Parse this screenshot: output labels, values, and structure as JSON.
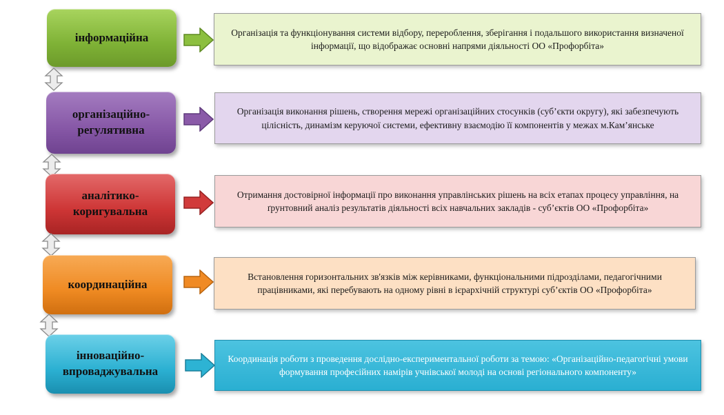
{
  "rows": [
    {
      "label": "інформаційна",
      "description": "Організація та функціонування  системи відбору, перероблення, зберігання і подальшого використання визначеної інформації, що відображає основні напрями діяльності ОО «Профорбіта»",
      "label_color": "#8cbf3f",
      "desc_color": "#eaf4cf",
      "arrow_color": "#8cbf3f"
    },
    {
      "label": "організаційно-регулятивна",
      "description": "Організація виконання рішень, створення мережі організаційних стосунків (суб’єкти округу), які забезпечують цілісність, динамізм керуючої системи, ефективну взаємодію її компонентів у межах м.Кам’янське",
      "label_color": "#8a5aa8",
      "desc_color": "#e3d6ee",
      "arrow_color": "#8a5aa8"
    },
    {
      "label": "аналітико-коригувальна",
      "description": "Отримання достовірної інформації про виконання управлінських рішень на всіх етапах процесу управління, на ґрунтовний аналіз результатів діяльності всіх навчальних закладів - суб’єктів ОО «Профорбіта»",
      "label_color": "#d13b3b",
      "desc_color": "#f8d6d6",
      "arrow_color": "#d13b3b"
    },
    {
      "label": "координаційна",
      "description": "Встановлення горизонтальних зв'язків між керівниками, функціональними підрозділами, педагогічними працівниками, які перебувають на одному рівні в ієрархічній структурі суб’єктів ОО «Профорбіта»",
      "label_color": "#f08a24",
      "desc_color": "#fde0c4",
      "arrow_color": "#f08a24"
    },
    {
      "label": "інноваційно-впроваджувальна",
      "description": "Координація роботи з проведення дослідно-експериментальної роботи за темою: «Організаційно-педагогічні умови формування професійних намірів учнівської молоді на основі регіонального компоненту»",
      "label_color": "#2db3d4",
      "desc_color": "#2eb6d6",
      "arrow_color": "#2db3d4"
    }
  ]
}
